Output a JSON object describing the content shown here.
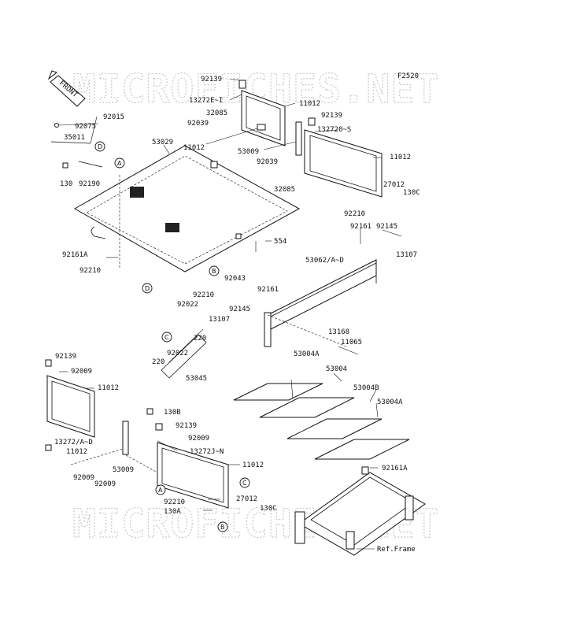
{
  "diagram_code": "F2520",
  "watermark": "MICROFICHES.NET",
  "front_label": "FRONT",
  "callouts": [
    "A",
    "B",
    "C",
    "D"
  ],
  "labels": {
    "l92139a": "92139",
    "l13272EI": "13272E~I",
    "l11012a": "11012",
    "l32085a": "32085",
    "l92039a": "92039",
    "l11012b": "11012",
    "l53009a": "53009",
    "l92139b": "92139",
    "l13272OS": "132720~S",
    "l11012c": "11012",
    "l92039b": "92039",
    "l32085b": "32085",
    "l27012a": "27012",
    "l130Ca": "130C",
    "l92210a": "92210",
    "l92161a": "92161",
    "l92145a": "92145",
    "l13107a": "13107",
    "l92075": "92075",
    "l92015": "92015",
    "l35011": "35011",
    "l130": "130",
    "l92190": "92190",
    "l53029": "53029",
    "l554": "554",
    "l92161A1": "92161A",
    "l92210b": "92210",
    "l92043": "92043",
    "l53062": "53062/A~D",
    "l92210c": "92210",
    "l92022a": "92022",
    "l92161b": "92161",
    "l92145b": "92145",
    "l13107b": "13107",
    "l220a": "220",
    "l13168": "13168",
    "l11065": "11065",
    "l92022b": "92022",
    "l220b": "220",
    "l53045": "53045",
    "l53004Aa": "53004A",
    "l53004": "53004",
    "l53004B": "53004B",
    "l53004Ab": "53004A",
    "l92139c": "92139",
    "l92009a": "92009",
    "l11012d": "11012",
    "l13272AD": "13272/A~D",
    "l11012e": "11012",
    "l130B": "130B",
    "l92139d": "92139",
    "l92009b": "92009",
    "l13272JN": "13272J~N",
    "l11012f": "11012",
    "l53009b": "53009",
    "l92009c": "92009",
    "l92009d": "92009",
    "l92161A2": "92161A",
    "l27012b": "27012",
    "l92210d": "92210",
    "l130A": "130A",
    "l130Cb": "130C",
    "lRefFrame": "Ref.Frame"
  }
}
